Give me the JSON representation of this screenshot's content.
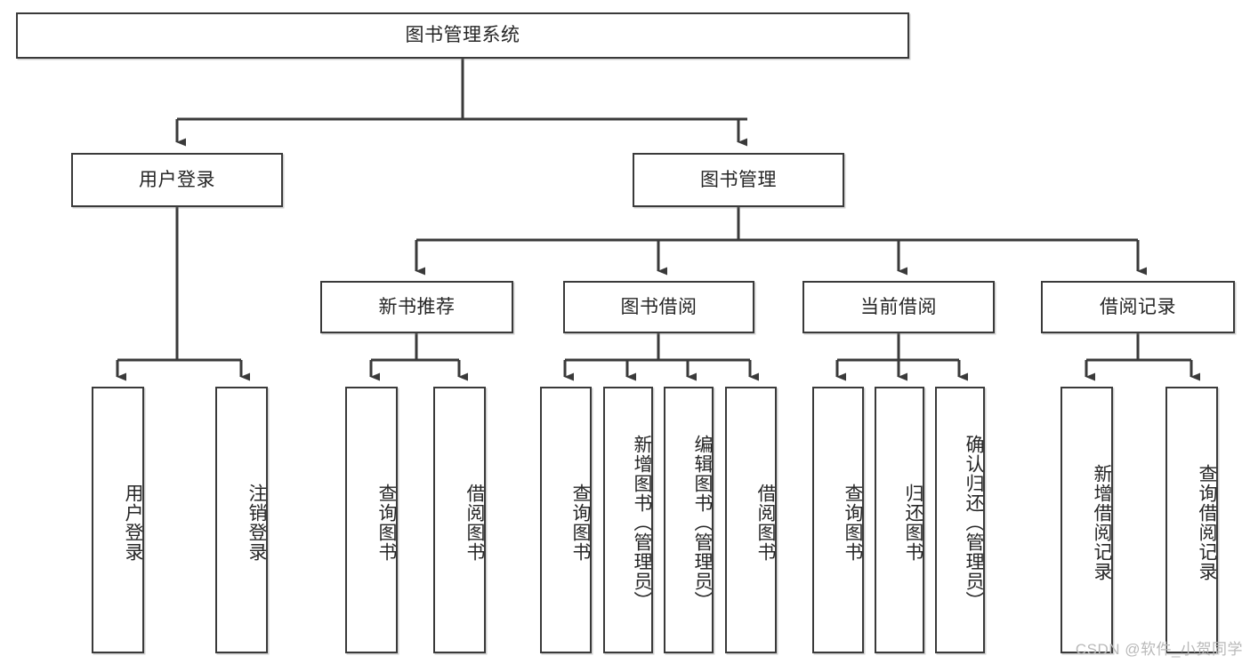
{
  "diagram": {
    "title": "图书管理系统",
    "watermark": "CSDN @软件_小贺同学",
    "line_color": "#3a3a3a",
    "box_fill": "#ffffff",
    "text_color": "#262626",
    "watermark_color": "#b9b9b9",
    "root": {
      "label": "图书管理系统"
    },
    "level1": [
      {
        "label": "用户登录"
      },
      {
        "label": "图书管理"
      }
    ],
    "level2": [
      {
        "label": "新书推荐"
      },
      {
        "label": "图书借阅"
      },
      {
        "label": "当前借阅"
      },
      {
        "label": "借阅记录"
      }
    ],
    "leaves": {
      "user_login": [
        {
          "label": "用户登录"
        },
        {
          "label": "注销登录"
        }
      ],
      "new_book": [
        {
          "label": "查询图书"
        },
        {
          "label": "借阅图书"
        }
      ],
      "book_borrow": [
        {
          "label": "查询图书"
        },
        {
          "label": "新增图书（管理员）"
        },
        {
          "label": "编辑图书（管理员）"
        },
        {
          "label": "借阅图书"
        }
      ],
      "current_borrow": [
        {
          "label": "查询图书"
        },
        {
          "label": "归还图书"
        },
        {
          "label": "确认归还（管理员）"
        }
      ],
      "borrow_record": [
        {
          "label": "新增借阅记录"
        },
        {
          "label": "查询借阅记录"
        }
      ]
    }
  }
}
